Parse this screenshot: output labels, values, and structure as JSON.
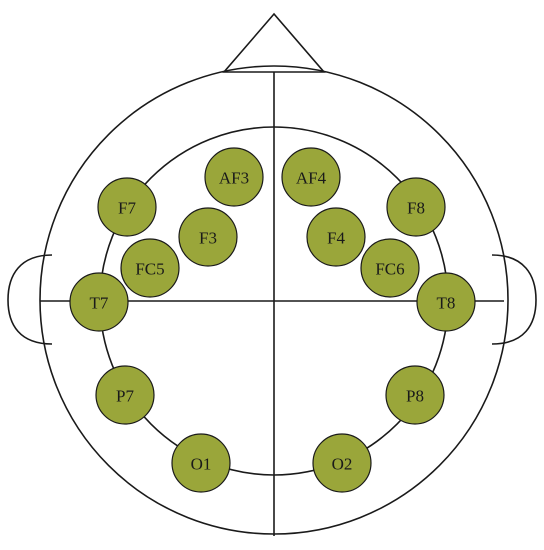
{
  "diagram": {
    "title": "",
    "electrode_fill": "#9aa63a",
    "line_color": "#1a1a1a",
    "electrodes": [
      {
        "id": "AF3",
        "label": "AF3"
      },
      {
        "id": "AF4",
        "label": "AF4"
      },
      {
        "id": "F7",
        "label": "F7"
      },
      {
        "id": "F8",
        "label": "F8"
      },
      {
        "id": "F3",
        "label": "F3"
      },
      {
        "id": "F4",
        "label": "F4"
      },
      {
        "id": "FC5",
        "label": "FC5"
      },
      {
        "id": "FC6",
        "label": "FC6"
      },
      {
        "id": "T7",
        "label": "T7"
      },
      {
        "id": "T8",
        "label": "T8"
      },
      {
        "id": "P7",
        "label": "P7"
      },
      {
        "id": "P8",
        "label": "P8"
      },
      {
        "id": "O1",
        "label": "O1"
      },
      {
        "id": "O2",
        "label": "O2"
      }
    ]
  }
}
